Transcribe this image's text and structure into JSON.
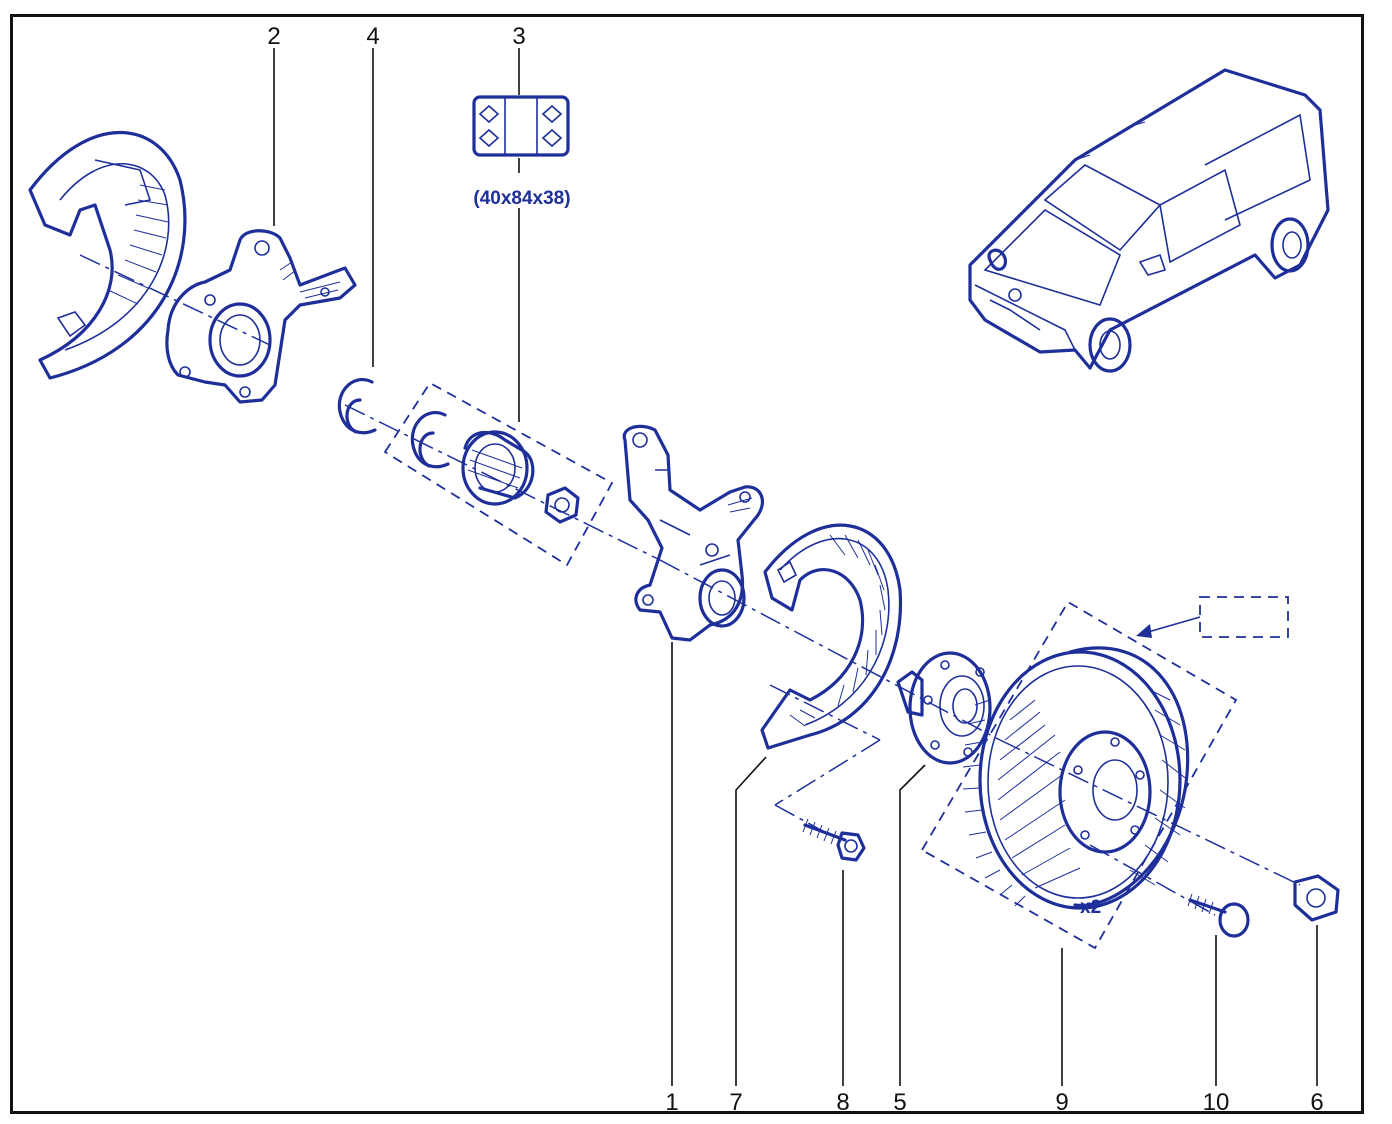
{
  "diagram": {
    "callouts": [
      "1",
      "2",
      "3",
      "4",
      "5",
      "6",
      "7",
      "8",
      "9",
      "10"
    ],
    "bearing_size": "(40x84x38)",
    "disc_quantity": "x2"
  },
  "colors": {
    "parts": "#1e2f9a",
    "parts_fill": "#eef0fb",
    "labels": "#111111",
    "frame": "#111111",
    "background": "#ffffff"
  }
}
